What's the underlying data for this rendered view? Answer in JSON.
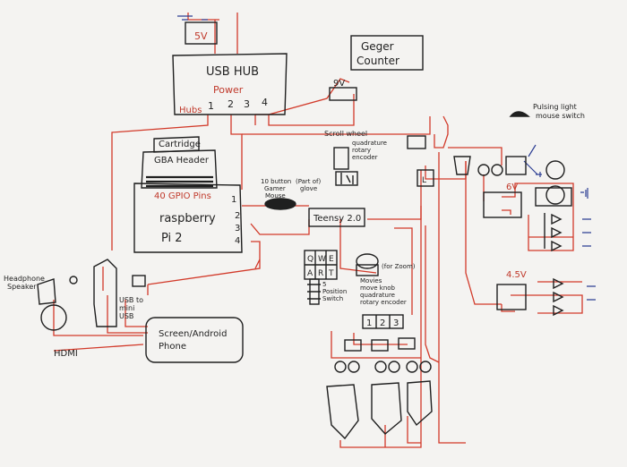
{
  "colors": {
    "paper": "#f4f3f1",
    "ink": "#1f1f1f",
    "wire": "#d23a2a",
    "blue_ink": "#2c3e94"
  },
  "labels": {
    "battery": "5V",
    "usb_hub_title": "USB HUB",
    "usb_hub_power": "Power",
    "usb_hub_hubs": "Hubs",
    "hub_ports": [
      "1",
      "2",
      "3",
      "4"
    ],
    "geiger_line1": "Geger",
    "geiger_line2": "Counter",
    "v9": "9V",
    "cartridge": "Cartridge",
    "gba_header": "GBA Header",
    "gpio": "40 GPIO Pins",
    "rpi_line1": "raspberry",
    "rpi_line2": "Pi 2",
    "rpi_ports": [
      "1",
      "2",
      "3",
      "4"
    ],
    "mouse_line1": "10 button",
    "mouse_line2": "Gamer",
    "mouse_line3": "Mouse",
    "glove_line1": "(Part of)",
    "glove_line2": "glove",
    "scroll_line1": "Scroll wheel",
    "scroll_line2": "quadrature",
    "scroll_line3": "rotary",
    "scroll_line4": "encoder",
    "teensy": "Teensy 2.0",
    "keys_row1": [
      "Q",
      "W",
      "E"
    ],
    "keys_row2": [
      "A",
      "R",
      "T"
    ],
    "switch_line1": "5",
    "switch_line2": "Position",
    "switch_line3": "Switch",
    "for_zoom": "(for Zoom)",
    "knob_line1": "Movies",
    "knob_line2": "move knob",
    "knob_line3": "quadrature",
    "knob_line4": "rotary encoder",
    "numbered": [
      "1",
      "2",
      "3"
    ],
    "headphone_line1": "Headphone",
    "headphone_line2": "Speaker",
    "usb_mini_line1": "USB to",
    "usb_mini_line2": "mini",
    "usb_mini_line3": "USB",
    "hdmi": "HDMI",
    "screen_line1": "Screen/Android",
    "screen_line2": "Phone",
    "pulsing_line1": "Pulsing light",
    "pulsing_line2": "mouse switch",
    "v6": "6V",
    "v45": "4.5V",
    "L": "L"
  }
}
